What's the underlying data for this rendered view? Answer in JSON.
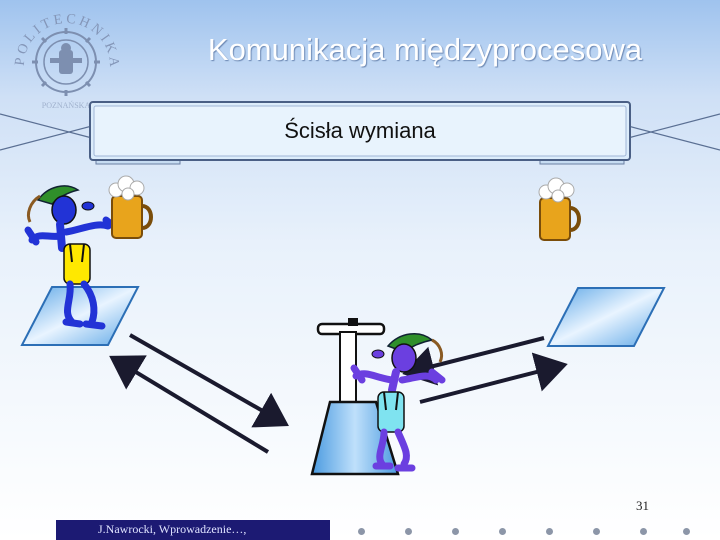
{
  "slide": {
    "title": "Komunikacja międzyprocesowa",
    "banner_text": "Ścisła wymiana",
    "page_number": "31",
    "footer": "J.Nawrocki, Wprowadzenie…,"
  },
  "logo": {
    "ring_text": "POLITECHNIKA",
    "bottom_text": "POZNAŃSKA"
  },
  "colors": {
    "title": "#ffffff",
    "banner_fill": "#d9ecfb",
    "footer_bar": "#1c1a73",
    "figure_purple": "#6b3fe0",
    "figure_blue": "#2233d6",
    "hat_green": "#2f8f2a",
    "beer": "#e8a41c"
  },
  "icons": [
    "university-logo",
    "beer-mug-icon",
    "dancer-figure",
    "pedestal-scale",
    "platform-tile",
    "double-arrow"
  ]
}
